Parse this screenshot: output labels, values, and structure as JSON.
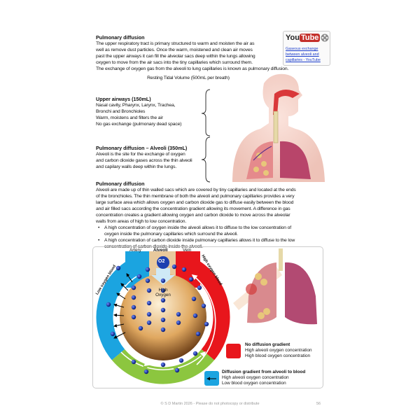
{
  "intro": {
    "heading": "Pulmonary diffusion",
    "lines": [
      "The upper respiratory tract is primary structured to warm and moisten the air as",
      "well as remove dust particles. Once the warm, moistened and clean air moves",
      "past the upper airways it can fill the alveolar sacs deep within the lungs allowing",
      "oxygen to move from the air sacs into the tiny capillaries which surround them.",
      "The exchange of oxygen gas from the alveoli to lung capillaries is known as pulmonary diffusion."
    ]
  },
  "youtube": {
    "logo_you": "You",
    "logo_tube": "Tube",
    "link_lines": [
      "Gaseous exchange",
      "between alveoli and",
      "capillaries - YouTube"
    ]
  },
  "tidal_volume": "Resting Tidal Volume (500mL per breath)",
  "upper_airways": {
    "heading": "Upper airways (150mL)",
    "lines": [
      "Nasal cavity, Pharynx, Larynx, Trachea,",
      "Bronchi and Bronchioles",
      "Warm, moistens and filters the air",
      "No gas exchange (pulmonary dead space)"
    ]
  },
  "alveoli_section": {
    "heading": "Pulmonary diffusion – Alveoli (350mL)",
    "lines": [
      "Alveoli is the site for the exchange of oxygen",
      "and carbon dioxide gases across the thin alveoli",
      "and capilary walls deep within the lungs."
    ]
  },
  "section2": {
    "heading": "Pulmonary diffusion",
    "lines": [
      "Alveoli are made up of thin walled sacs which are covered by tiny capillaries and located at the ends",
      "of the bronchioles. The thin membrane of both the alveoli and pulmonary capillaries provides a very",
      "large surface area which allows oxygen and carbon dioxide gas to diffuse easily between the blood",
      "and air filled sacs according the concentration gradient allowing its movement. A difference in gas",
      "concentration creates a gradient allowing oxygen and carbon dioxide to move across the alveolar",
      "walls from areas of high to low concentration."
    ],
    "bullets": [
      [
        "A high concentration of oxygen inside the alveoli allows it to diffuse to the low concentration of",
        "oxygen inside the pulmonary capillaries which surround the alveoli."
      ],
      [
        "A high concentration of carbon dioxide inside pulmonary capillaries allows it to diffuse to the low",
        "concentration of carbon dioxide inside the alveoli."
      ]
    ]
  },
  "diagram": {
    "artery": "Artery",
    "alveoli": "Alveoli",
    "vein": "Vein",
    "o2": "O2",
    "high": "High",
    "oxygen": "Oxygen",
    "low_blood": "Low oxygen blood",
    "high_blood": "High oxygen blood",
    "legend": [
      {
        "title": "No diffusion gradient",
        "lines": [
          "High alveoli oxygen concentration",
          "High blood oxygen concentration"
        ],
        "color": "#e8161c"
      },
      {
        "title": "Diffusion gradient from alveoli to blood",
        "lines": [
          "High alveoli oxygen concentration",
          "Low blood oxygen concentration"
        ],
        "color": "#1ba4e0"
      }
    ],
    "colors": {
      "blue": "#1ba4e0",
      "red": "#e8161c",
      "green": "#8cc63f"
    }
  },
  "footer": "© S D Martin 2026 - Please do not photocopy or distribute",
  "page_number": "56"
}
